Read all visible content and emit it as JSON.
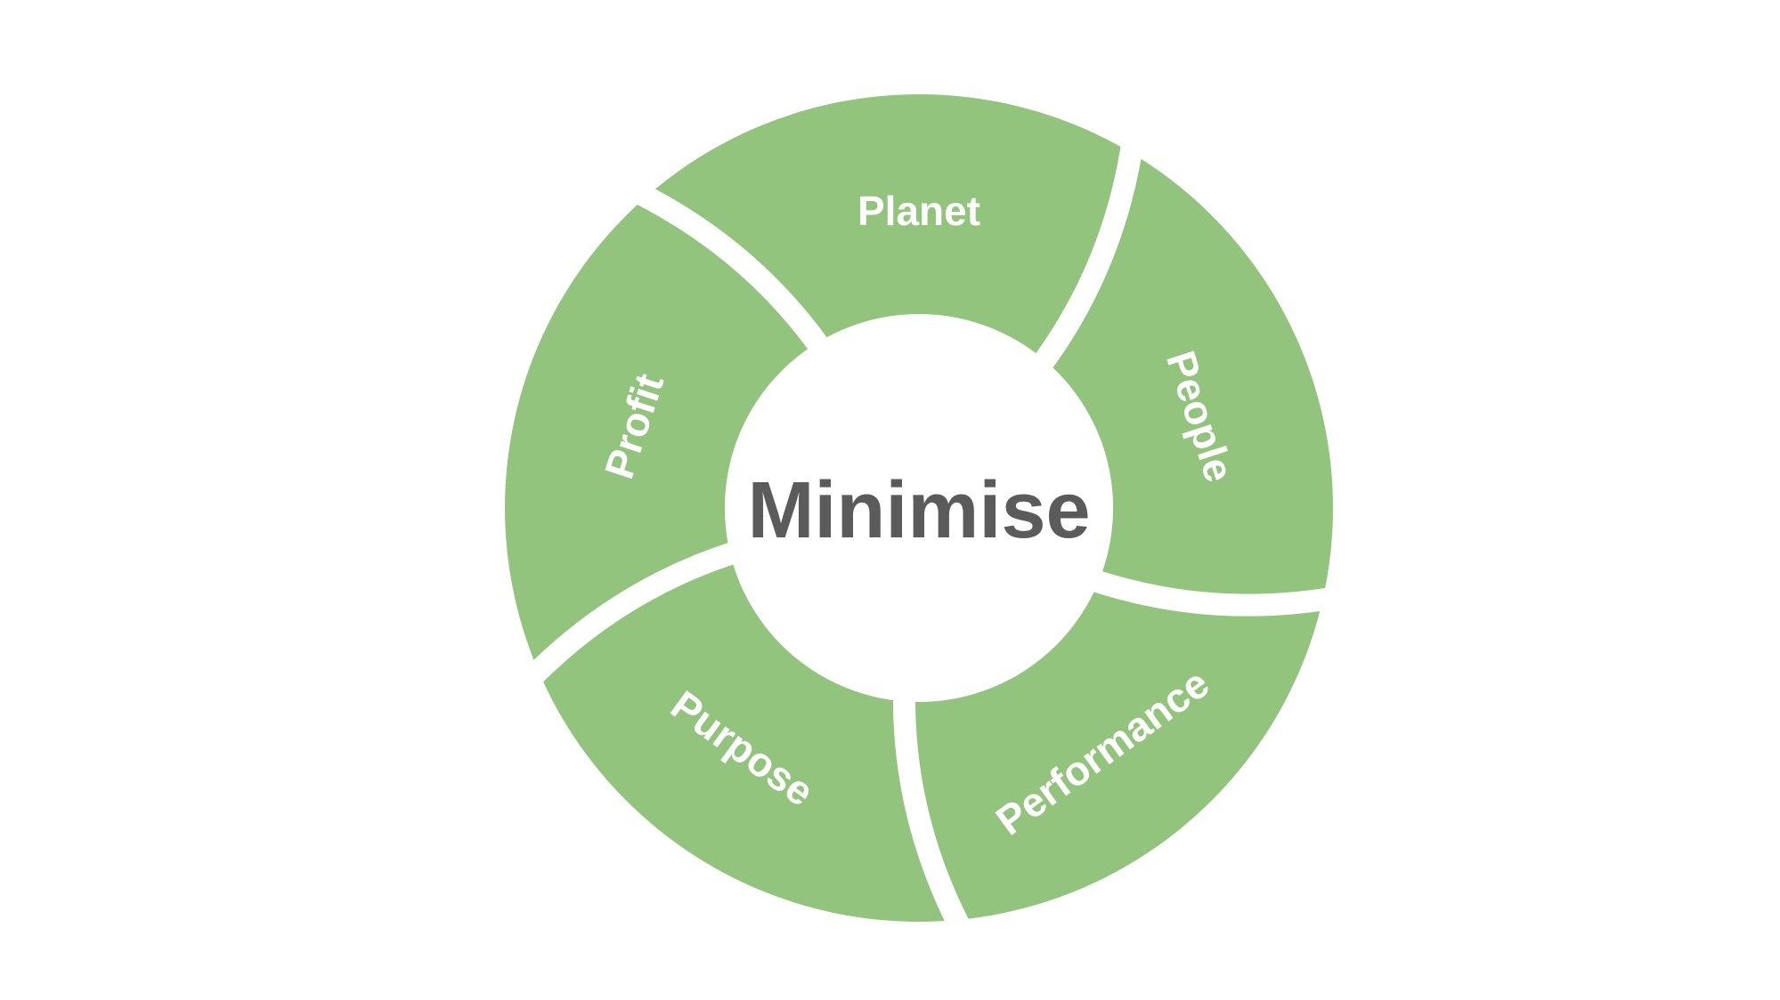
{
  "diagram": {
    "center_label": "Minimise",
    "segments": [
      {
        "label": "Planet"
      },
      {
        "label": "People"
      },
      {
        "label": "Performance"
      },
      {
        "label": "Purpose"
      },
      {
        "label": "Profit"
      }
    ]
  },
  "colors": {
    "segment_fill": "#93c47d",
    "segment_text": "#ffffff",
    "center_text": "#5b5b5b",
    "background": "#ffffff"
  }
}
